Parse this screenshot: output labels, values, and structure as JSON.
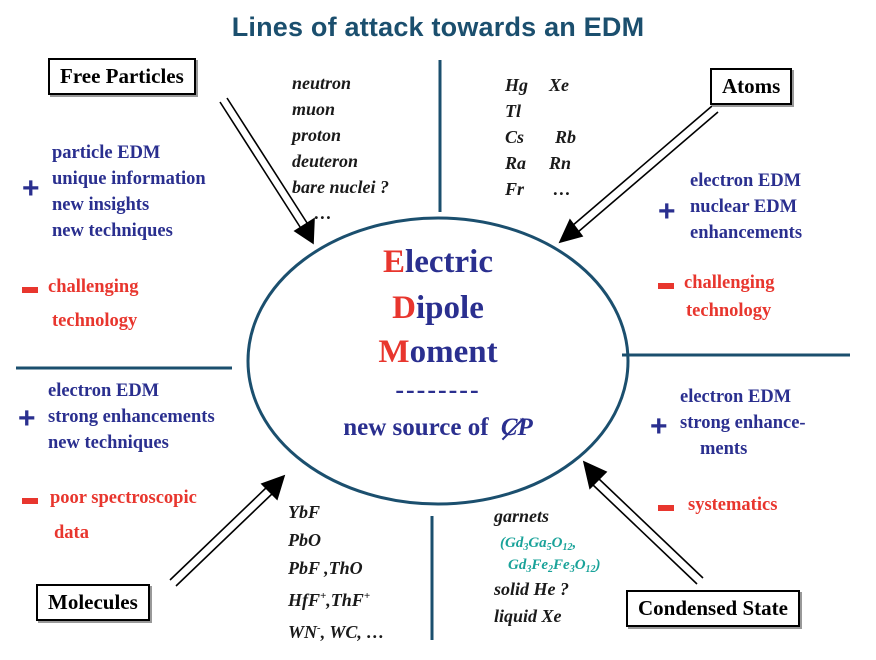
{
  "title": "Lines of attack towards an EDM",
  "center": {
    "line1_cap": "E",
    "line1_rest": "lectric",
    "line2_cap": "D",
    "line2_rest": "ipole",
    "line3_cap": "M",
    "line3_rest": "oment",
    "dashes": "--------",
    "source": "new source of",
    "cp": "CP"
  },
  "free_particles": {
    "label": "Free Particles",
    "list": [
      "neutron",
      "muon",
      "proton",
      "deuteron",
      "bare nuclei ?",
      "…"
    ],
    "pros": [
      "particle EDM",
      "unique information",
      "new insights",
      "new techniques"
    ],
    "cons": [
      "challenging",
      "technology"
    ]
  },
  "atoms": {
    "label": "Atoms",
    "list": [
      [
        "Hg",
        "Xe"
      ],
      [
        "Tl",
        ""
      ],
      [
        "Cs",
        "Rb"
      ],
      [
        "Ra",
        "Rn"
      ],
      [
        "Fr",
        "…"
      ]
    ],
    "pros": [
      "electron EDM",
      "nuclear EDM",
      "enhancements"
    ],
    "cons": [
      "challenging",
      "technology"
    ]
  },
  "molecules": {
    "label": "Molecules",
    "list": {
      "l1": "YbF",
      "l2": "PbO",
      "l3": "PbF ,ThO",
      "l4a": "HfF",
      "l4b": "+",
      "l4c": ",ThF",
      "l4d": "+",
      "l5a": "WN",
      "l5b": "-",
      "l5c": ", WC, …"
    },
    "pros": [
      "electron EDM",
      "strong enhancements",
      "new techniques"
    ],
    "cons": [
      "poor spectroscopic",
      "data"
    ]
  },
  "condensed": {
    "label": "Condensed State",
    "garnets": "garnets",
    "formula1": {
      "a": "(Gd",
      "b": "3",
      "c": "Ga",
      "d": "5",
      "e": "O",
      "f": "12",
      "g": ","
    },
    "formula2": {
      "a": "Gd",
      "b": "3",
      "c": "Fe",
      "d": "2",
      "e": "Fe",
      "f": "3",
      "g": "O",
      "h": "12",
      "i": ")"
    },
    "solid": "solid He ?",
    "liquid": "liquid  Xe",
    "pros": [
      "electron EDM",
      "strong enhance-",
      "ments"
    ],
    "cons": [
      "systematics"
    ]
  },
  "signs": {
    "plus": "+"
  },
  "colors": {
    "title": "#1b4f6e",
    "blue": "#2a2f8f",
    "red": "#e8362e",
    "teal": "#1aa39a",
    "ellipse": "#1b4f6e"
  }
}
